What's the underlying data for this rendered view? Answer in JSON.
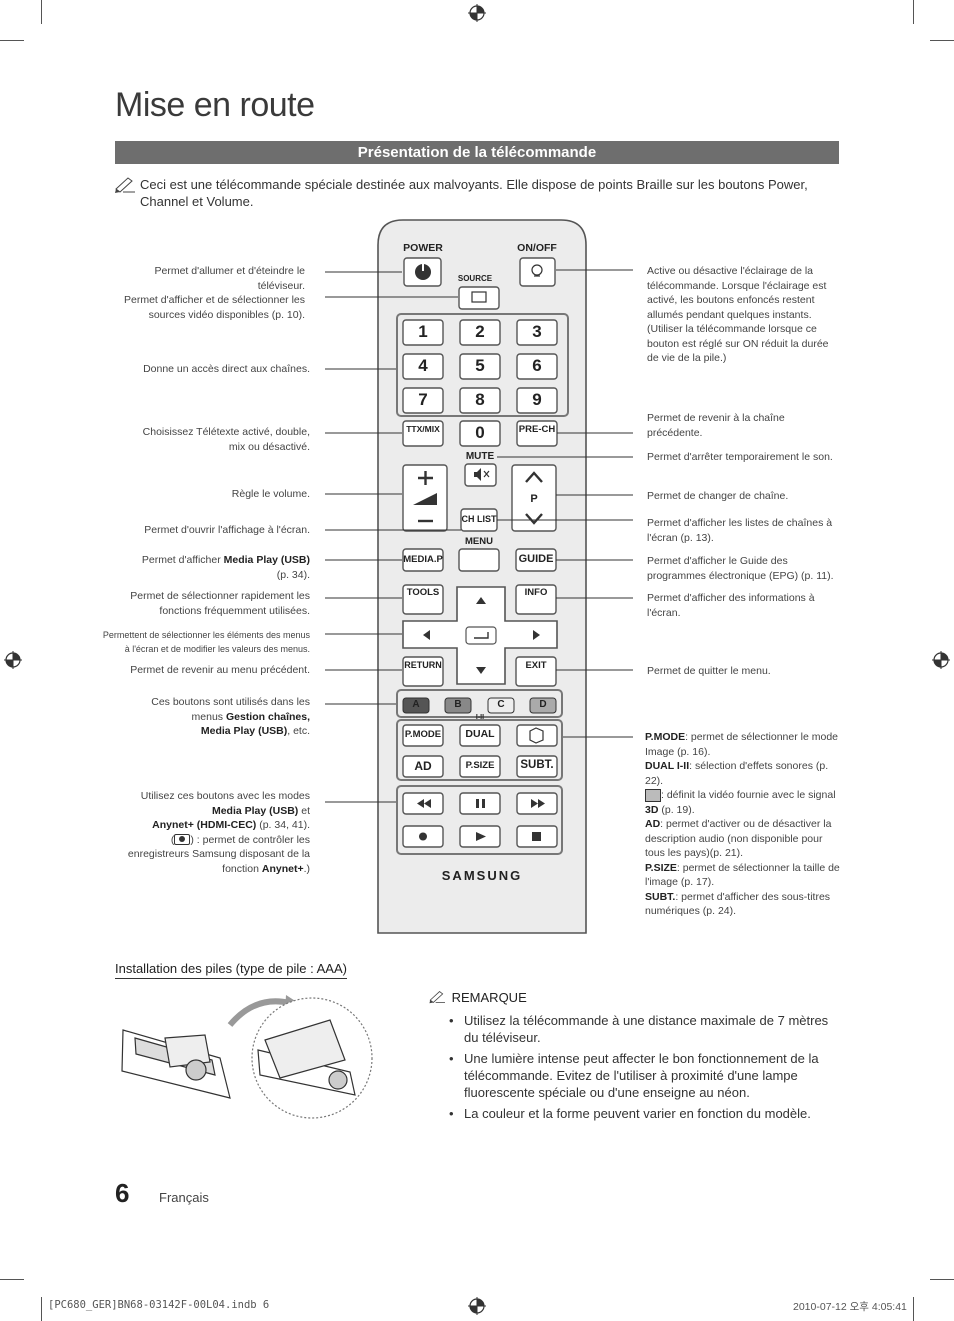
{
  "header": {
    "title": "Mise en route",
    "section": "Présentation de la télécommande"
  },
  "intro": "Ceci est une télécommande spéciale destinée aux malvoyants. Elle dispose de points Braille sur les boutons Power, Channel et Volume.",
  "left_labels": {
    "power_line1": "Permet d'allumer et d'éteindre le",
    "power_line2": "téléviseur.",
    "source_line1": "Permet d'afficher et de sélectionner les",
    "source_line2": "sources vidéo disponibles (p. 10).",
    "numbers": "Donne un accès direct aux chaînes.",
    "ttx_line1": "Choisissez Télétexte activé, double,",
    "ttx_line2": "mix ou désactivé.",
    "volume": "Règle le volume.",
    "menu": "Permet d'ouvrir l'affichage à l'écran.",
    "mediap_pre": "Permet d'afficher ",
    "mediap_bold": "Media Play (USB)",
    "mediap_line2": "(p. 34).",
    "tools_line1": "Permet de sélectionner rapidement les",
    "tools_line2": "fonctions fréquemment utilisées.",
    "nav_line1": "Permettent de sélectionner les éléments des menus",
    "nav_line2": "à l'écran et de modifier les valeurs des menus.",
    "return": "Permet de revenir au menu précédent.",
    "color_line1": "Ces boutons sont utilisés dans les",
    "color_line2_pre": "menus ",
    "color_line2_bold": "Gestion chaînes,",
    "color_line3_bold": "Media Play (USB)",
    "color_line3_post": ", etc.",
    "media_line1": "Utilisez ces boutons avec les modes",
    "media_line2_bold": "Media Play (USB)",
    "media_line2_post": " et",
    "media_line3_bold": "Anynet+ (HDMI-CEC)",
    "media_line3_post": " (p. 34, 41).",
    "media_line4_pre": "(",
    "media_line4_post": ") : permet de contrôler les",
    "media_line5": "enregistreurs Samsung disposant de la",
    "media_line6_pre": "fonction ",
    "media_line6_bold": "Anynet+",
    "media_line6_post": ".)"
  },
  "right_labels": {
    "onoff": "Active ou désactive l'éclairage de la télécommande. Lorsque l'éclairage est activé, les boutons enfoncés restent allumés pendant quelques instants. (Utiliser la télécommande lorsque ce bouton est réglé sur ON réduit la durée de vie de la pile.)",
    "prech": "Permet de revenir à la chaîne précédente.",
    "mute": "Permet d'arrêter temporairement le son.",
    "channel": "Permet de changer de chaîne.",
    "chlist": "Permet d'afficher les listes de chaînes à l'écran (p. 13).",
    "guide": "Permet d'afficher le Guide des programmes électronique (EPG) (p. 11).",
    "info": "Permet d'afficher des informations à l'écran.",
    "exit": "Permet de quitter le menu.",
    "pmode_bold": "P.MODE",
    "pmode_text": ": permet de sélectionner le mode Image (p. 16).",
    "dual_bold": "DUAL I-II",
    "dual_text": ": sélection d'effets sonores (p. 22).",
    "d3_text": ": définit la vidéo fournie avec le signal ",
    "d3_bold": "3D",
    "d3_post": " (p. 19).",
    "ad_bold": "AD",
    "ad_text": ": permet d'activer ou de désactiver la description audio (non disponible pour tous les pays)(p. 21).",
    "psize_bold": "P.SIZE",
    "psize_text": ": permet de sélectionner la taille de l'image (p. 17).",
    "subt_bold": "SUBT.",
    "subt_text": ": permet d'afficher des sous-titres numériques (p. 24)."
  },
  "remote": {
    "power": "POWER",
    "onoff": "ON/OFF",
    "source": "SOURCE",
    "digits": [
      "1",
      "2",
      "3",
      "4",
      "5",
      "6",
      "7",
      "8",
      "9",
      "0"
    ],
    "ttx": "TTX/MIX",
    "prech": "PRE-CH",
    "mute": "MUTE",
    "chlist": "CH LIST",
    "p": "P",
    "menu": "MENU",
    "mediap": "MEDIA.P",
    "guide": "GUIDE",
    "tools": "TOOLS",
    "info": "INFO",
    "return": "RETURN",
    "exit": "EXIT",
    "colors": [
      "A",
      "B",
      "C",
      "D"
    ],
    "pmode": "P.MODE",
    "dual": "DUAL",
    "ad": "AD",
    "psize": "P.SIZE",
    "subt": "SUBT.",
    "dual_mark": "I-II",
    "brand": "SAMSUNG"
  },
  "battery": {
    "title": "Installation des piles (type de pile : AAA)"
  },
  "note": {
    "head": "REMARQUE",
    "items": [
      "Utilisez la télécommande à une distance maximale de 7 mètres du téléviseur.",
      "Une lumière intense peut affecter le bon fonctionnement de la télécommande. Evitez de l'utiliser à proximité d'une lampe fluorescente spéciale ou d'une enseigne au néon.",
      "La couleur et la forme peuvent varier en fonction du modèle."
    ]
  },
  "footer": {
    "page": "6",
    "lang": "Français",
    "file": "[PC680_GER]BN68-03142F-00L04.indb   6",
    "date": "2010-07-12   오후 4:05:41"
  },
  "colors": {
    "section_bar": "#6e6e6e",
    "remote_body": "#ececec",
    "remote_outline": "#555555"
  }
}
